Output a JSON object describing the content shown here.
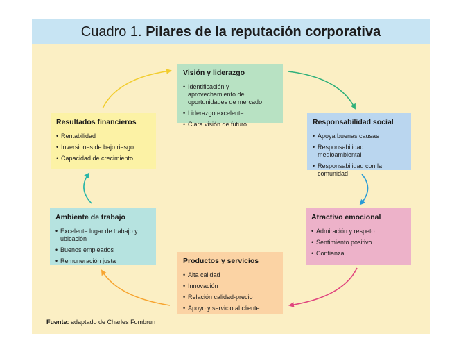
{
  "title": {
    "prefix": "Cuadro 1.",
    "main": "Pilares de la reputación corporativa"
  },
  "pillars": [
    {
      "id": "vision",
      "title": "Visión y liderazgo",
      "items": [
        "Identificación y aprovechamiento de oportunidades de mercado",
        "Liderazgo excelente",
        "Clara visión de futuro"
      ],
      "color": "#b8e2c3"
    },
    {
      "id": "social",
      "title": "Responsabilidad social",
      "items": [
        "Apoya buenas causas",
        "Responsabilidad medioambiental",
        "Responsabilidad con la comunidad"
      ],
      "color": "#bad6ef"
    },
    {
      "id": "emo",
      "title": "Atractivo emocional",
      "items": [
        "Admiración y respeto",
        "Sentimiento positivo",
        "Confianza"
      ],
      "color": "#edb2c9"
    },
    {
      "id": "prod",
      "title": "Productos y servicios",
      "items": [
        "Alta calidad",
        "Innovación",
        "Relación calidad-precio",
        "Apoyo y servicio al cliente"
      ],
      "color": "#fbd3a4"
    },
    {
      "id": "amb",
      "title": "Ambiente de trabajo",
      "items": [
        "Excelente lugar de trabajo y ubicación",
        "Buenos empleados",
        "Remuneración justa"
      ],
      "color": "#b6e3e0"
    },
    {
      "id": "fin",
      "title": "Resultados financieros",
      "items": [
        "Rentabilidad",
        "Inversiones de bajo riesgo",
        "Capacidad de crecimiento"
      ],
      "color": "#fcf2a5"
    }
  ],
  "arrow_colors": {
    "vision_to_social": "#2eb07a",
    "social_to_emo": "#2a9bd6",
    "emo_to_prod": "#e0457f",
    "prod_to_amb": "#f7a531",
    "amb_to_fin": "#27b5a8",
    "fin_to_vision": "#f2cd2e"
  },
  "source": {
    "label": "Fuente:",
    "text": " adaptado de Charles Fombrun"
  }
}
